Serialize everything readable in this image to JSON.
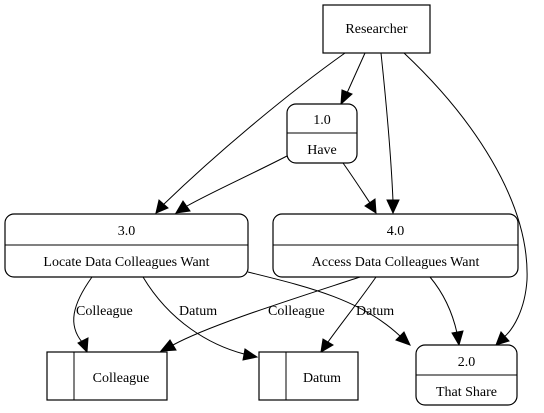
{
  "diagram": {
    "entities": {
      "researcher": "Researcher"
    },
    "processes": {
      "p1": {
        "id": "1.0",
        "name": "Have"
      },
      "p2": {
        "id": "2.0",
        "name": "That Share"
      },
      "p3": {
        "id": "3.0",
        "name": "Locate Data Colleagues Want"
      },
      "p4": {
        "id": "4.0",
        "name": "Access Data Colleagues Want"
      }
    },
    "stores": {
      "colleague": "Colleague",
      "datum": "Datum"
    },
    "edge_labels": {
      "p3_colleague": "Colleague",
      "p3_datum": "Datum",
      "p4_colleague": "Colleague",
      "p4_datum": "Datum"
    }
  }
}
